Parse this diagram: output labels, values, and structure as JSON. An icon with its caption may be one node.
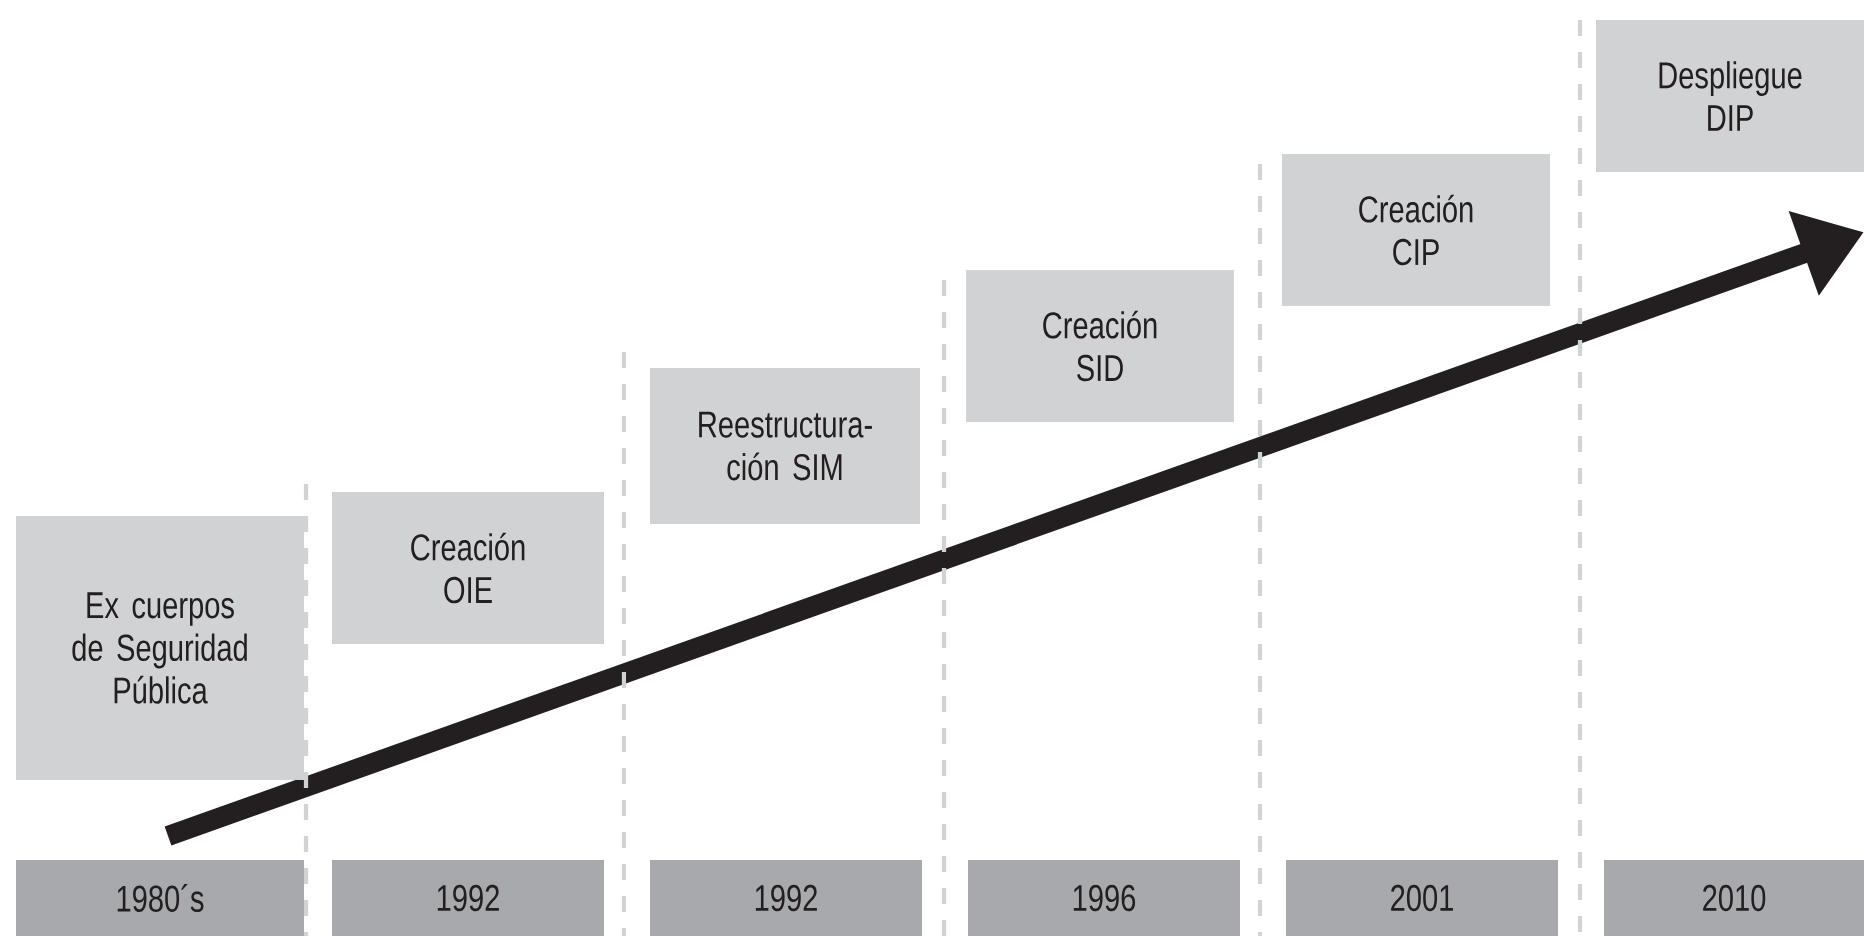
{
  "diagram": {
    "nodes": [
      {
        "text": [
          "Ex cuerpos de Seguridad Pública"
        ]
      },
      {
        "text": [
          "Creación OIE"
        ]
      },
      {
        "text": [
          "Reestructura- ción SIM"
        ]
      },
      {
        "text": [
          "Creación SID"
        ]
      },
      {
        "text": [
          "Creación CIP"
        ]
      },
      {
        "text": [
          "Despliegue DIP"
        ]
      },
      {
        "text": [
          "1980´s"
        ]
      },
      {
        "text": [
          "1992"
        ]
      },
      {
        "text": [
          "1992"
        ]
      },
      {
        "text": [
          "1996"
        ]
      },
      {
        "text": [
          "2001"
        ]
      },
      {
        "text": [
          "2010"
        ]
      }
    ]
  }
}
